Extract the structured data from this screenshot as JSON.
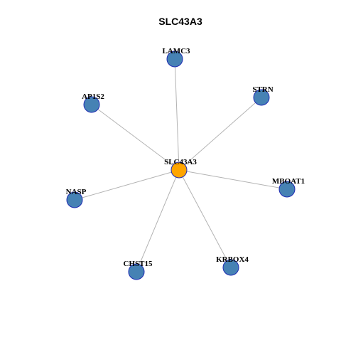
{
  "title": "SLC43A3",
  "colors": {
    "center_fill": "#FFA500",
    "neighbor_fill": "#4682B4",
    "node_border": "#1F2BB3",
    "edge": "#B3B3B3"
  },
  "network": {
    "center": {
      "id": "SLC43A3",
      "label": "SLC43A3"
    },
    "neighbors": [
      {
        "id": "LAMC3",
        "label": "LAMC3"
      },
      {
        "id": "STRN",
        "label": "STRN"
      },
      {
        "id": "AP1S2",
        "label": "AP1S2"
      },
      {
        "id": "MBOAT1",
        "label": "MBOAT1"
      },
      {
        "id": "NASP",
        "label": "NASP"
      },
      {
        "id": "KRBOX4",
        "label": "KRBOX4"
      },
      {
        "id": "CHST15",
        "label": "CHST15"
      }
    ],
    "edges": [
      [
        "SLC43A3",
        "LAMC3"
      ],
      [
        "SLC43A3",
        "STRN"
      ],
      [
        "SLC43A3",
        "AP1S2"
      ],
      [
        "SLC43A3",
        "MBOAT1"
      ],
      [
        "SLC43A3",
        "NASP"
      ],
      [
        "SLC43A3",
        "KRBOX4"
      ],
      [
        "SLC43A3",
        "CHST15"
      ]
    ]
  }
}
